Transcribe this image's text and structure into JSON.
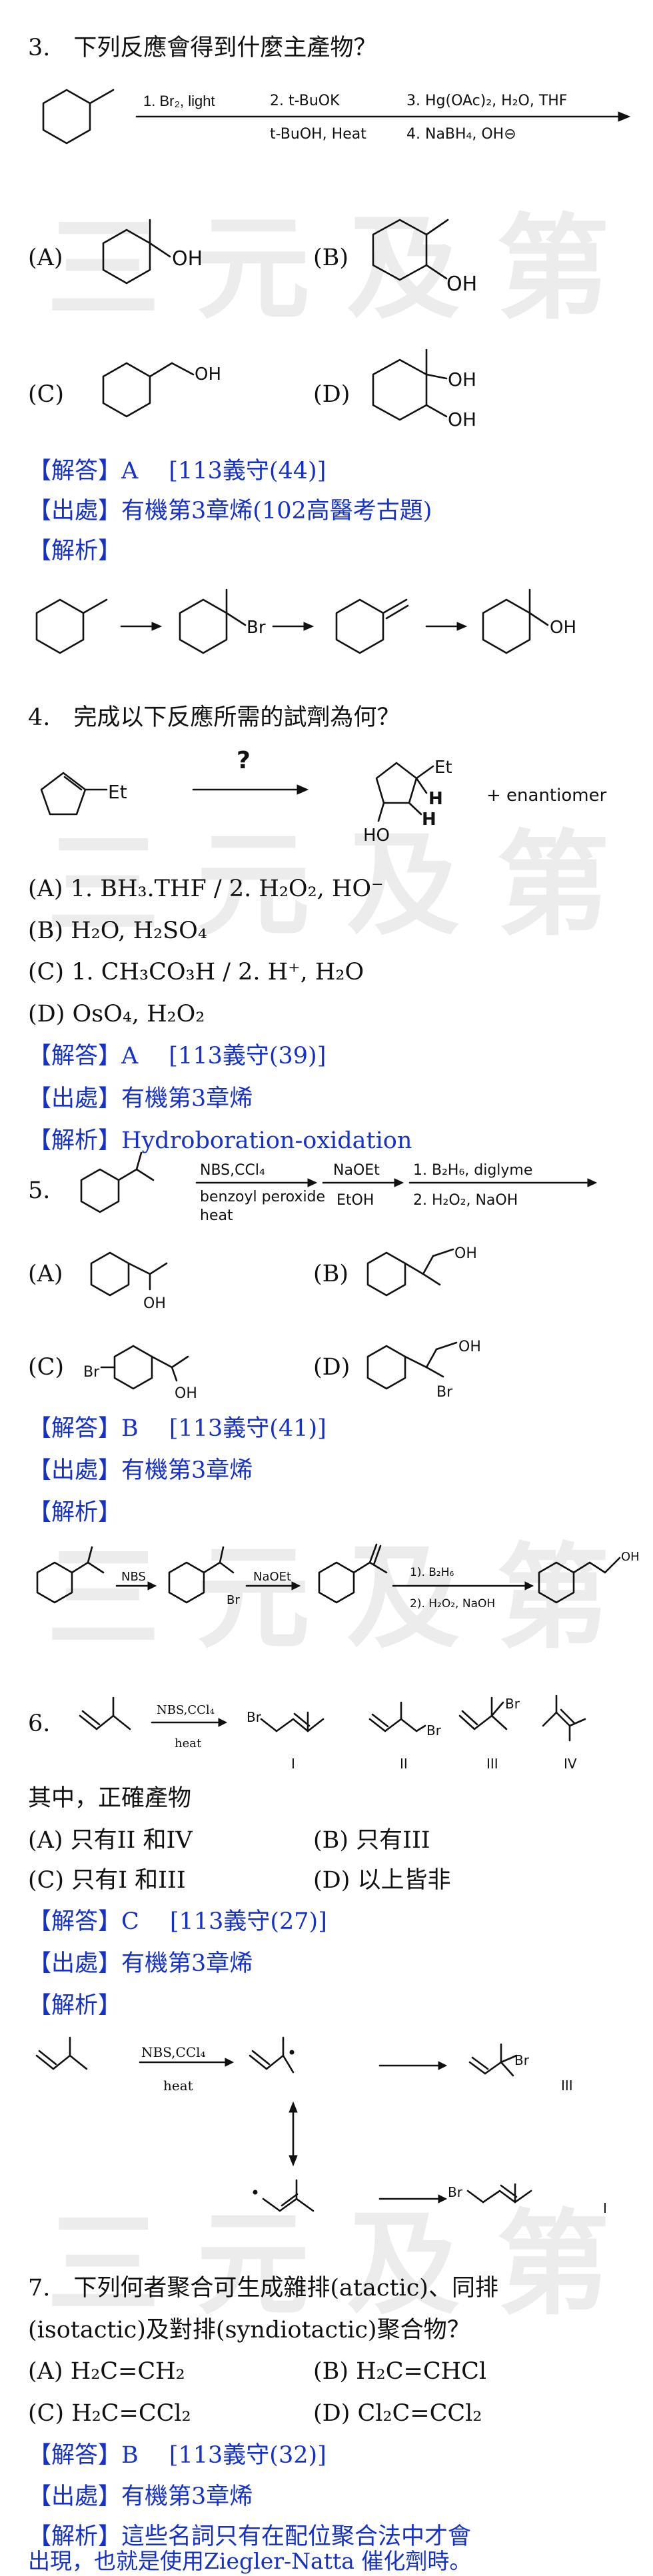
{
  "watermark": {
    "text": "三元及第"
  },
  "q3": {
    "title": "3.　下列反應會得到什麼主產物？",
    "steps": {
      "s1": "1. Br₂, light",
      "s2": "2.  t-BuOK",
      "s2b": "t-BuOH, Heat",
      "s3": "3. Hg(OAc)₂, H₂O, THF",
      "s4": "4.  NaBH₄, OH⊖"
    },
    "options": {
      "a": "(A)",
      "b": "(B)",
      "c": "(C)",
      "d": "(D)"
    },
    "oh": "OH",
    "answer": "【解答】A　 [113義守(44)]",
    "source": "【出處】有機第3章烯(102高醫考古題)",
    "analysis": "【解析】",
    "br": "Br"
  },
  "q4": {
    "title": "4.　完成以下反應所需的試劑為何？",
    "question_mark": "?",
    "et": "Et",
    "h": "H",
    "ho": "HO",
    "enantiomer": "+ enantiomer",
    "opt_a": "(A) 1. BH₃.THF / 2. H₂O₂, HO⁻",
    "opt_b": "(B) H₂O, H₂SO₄",
    "opt_c": "(C) 1. CH₃CO₃H / 2. H⁺, H₂O",
    "opt_d": "(D) OsO₄, H₂O₂",
    "answer": "【解答】A　 [113義守(39)]",
    "source": "【出處】有機第3章烯",
    "analysis": "【解析】Hydroboration-oxidation"
  },
  "q5": {
    "number": "5.",
    "r1": "NBS,CCl₄",
    "r1b": "benzoyl peroxide",
    "r1c": "heat",
    "r2": "NaOEt",
    "r2b": "EtOH",
    "r3": "1. B₂H₆, diglyme",
    "r3b": "2. H₂O₂, NaOH",
    "options": {
      "a": "(A)",
      "b": "(B)",
      "c": "(C)",
      "d": "(D)"
    },
    "oh": "OH",
    "br": "Br",
    "answer": "【解答】B　 [113義守(41)]",
    "source": "【出處】有機第3章烯",
    "analysis": "【解析】",
    "m_nbs": "NBS",
    "m_naoet": "NaOEt",
    "m_b2h6": "1). B₂H₆",
    "m_h2o2": "2). H₂O₂, NaOH"
  },
  "q6": {
    "number": "6.",
    "reagent": "NBS,CCl₄",
    "heat": "heat",
    "labels": [
      "I",
      "II",
      "III",
      "IV"
    ],
    "br": "Br",
    "stem": "其中，正確產物",
    "opt_a": "(A)  只有II  和IV",
    "opt_b": "(B)  只有III",
    "opt_c": "(C)  只有I  和III",
    "opt_d": "(D)  以上皆非",
    "answer": "【解答】C　 [113義守(27)]",
    "source": "【出處】有機第3章烯",
    "analysis": "【解析】"
  },
  "q7": {
    "title": "7.　下列何者聚合可生成雜排(atactic)、同排",
    "title2": "(isotactic)及對排(syndiotactic)聚合物？",
    "opt_a": "(A) H₂C=CH₂",
    "opt_b": "(B) H₂C=CHCl",
    "opt_c": "(C) H₂C=CCl₂",
    "opt_d": "(D) Cl₂C=CCl₂",
    "answer": "【解答】B　 [113義守(32)]",
    "source": "【出處】有機第3章烯",
    "analysis": "【解析】這些名詞只有在配位聚合法中才會",
    "analysis2": "出現，也就是使用Ziegler-Natta  催化劑時。"
  }
}
